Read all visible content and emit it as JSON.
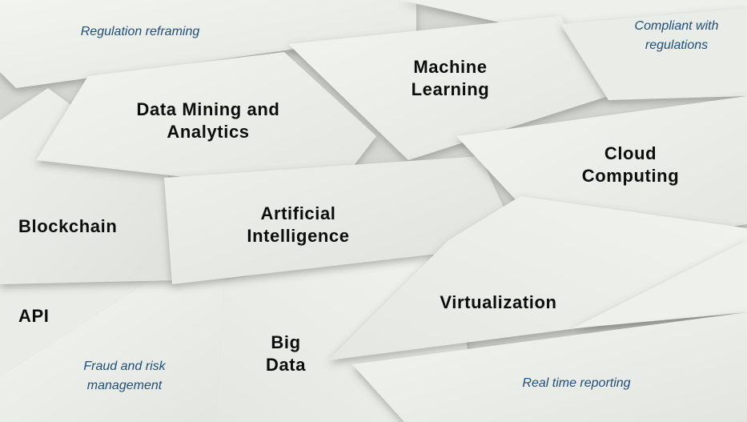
{
  "terms": {
    "data_mining": "Data Mining and\nAnalytics",
    "machine_learning": "Machine\nLearning",
    "cloud_computing": "Cloud\nComputing",
    "blockchain": "Blockchain",
    "artificial_intelligence": "Artificial\nIntelligence",
    "api": "API",
    "virtualization": "Virtualization",
    "big_data": "Big\nData"
  },
  "notes": {
    "regulation_reframing": "Regulation reframing",
    "compliant": "Compliant with\nregulations",
    "fraud": "Fraud and risk\nmanagement",
    "real_time": "Real time reporting"
  },
  "colors": {
    "term_text": "#0d0d0d",
    "note_text": "#1f4e79",
    "paper_light": "#eef0ec",
    "paper_mid": "#e2e5e0",
    "paper_dark": "#c9cdc6"
  }
}
